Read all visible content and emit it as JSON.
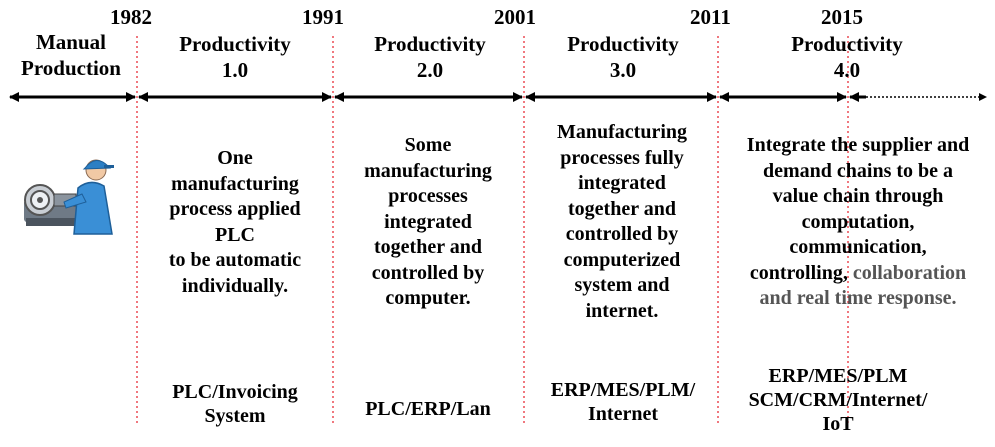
{
  "timeline": {
    "years": [
      "1982",
      "1991",
      "2001",
      "2011",
      "2015"
    ],
    "eras": [
      {
        "title_lines": [
          "Manual",
          "Production"
        ],
        "description_lines": [],
        "tech_lines": []
      },
      {
        "title_lines": [
          "Productivity",
          "1.0"
        ],
        "description_lines": [
          "One",
          "manufacturing",
          "process applied",
          "PLC",
          "to be automatic",
          "individually."
        ],
        "tech_lines": [
          "PLC/Invoicing",
          "System"
        ]
      },
      {
        "title_lines": [
          "Productivity",
          "2.0"
        ],
        "description_lines": [
          "Some",
          "manufacturing",
          "processes",
          "integrated",
          "together and",
          "controlled by",
          "computer."
        ],
        "tech_lines": [
          "PLC/ERP/Lan"
        ]
      },
      {
        "title_lines": [
          "Productivity",
          "3.0"
        ],
        "description_lines": [
          "Manufacturing",
          "processes fully",
          "integrated",
          "together and",
          "controlled by",
          "computerized",
          "system and",
          "internet."
        ],
        "tech_lines": [
          "ERP/MES/PLM/",
          "Internet"
        ]
      },
      {
        "title_lines": [
          "Productivity",
          "4.0"
        ],
        "description_lines": [
          "Integrate the supplier and",
          "demand chains to be a",
          "value chain through",
          "computation,",
          "communication,"
        ],
        "description_mixed_line": {
          "dark": "controlling, ",
          "gray": "collaboration"
        },
        "description_gray_line": "and real time response.",
        "tech_lines": [
          "ERP/MES/PLM",
          "SCM/CRM/Internet/",
          "IoT"
        ]
      }
    ]
  },
  "colors": {
    "divider": "#e8303a",
    "arrow": "#000000",
    "text": "#000000",
    "muted_text": "#555555"
  },
  "icons": {
    "manual_worker": "worker-at-machine-icon"
  }
}
